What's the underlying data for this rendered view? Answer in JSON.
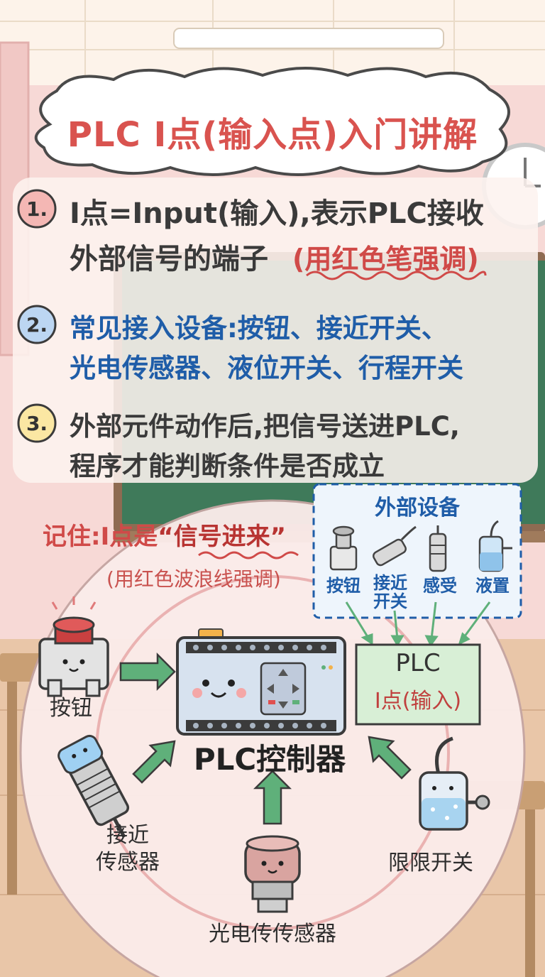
{
  "title": "PLC I点(输入点)入门讲解",
  "points": [
    {
      "number": "1.",
      "line1": "I点=Input(输入),表示PLC接收",
      "line2": "外部信号的端子",
      "note": "(用红色笔强调)"
    },
    {
      "number": "2.",
      "line1": "常见接入设备:按钮、接近开关、",
      "line2": "光电传感器、液位开关、行程开关"
    },
    {
      "number": "3.",
      "line1": "外部元件动作后,把信号送进PLC,",
      "line2": "程序才能判断条件是否成立"
    }
  ],
  "remember": {
    "prefix": "记住:I点是",
    "highlight": "“信号进来”",
    "note": "(用红色波浪线强调)"
  },
  "external_devices": {
    "title": "外部设备",
    "items": [
      {
        "label": "按钮",
        "icon": "push-button-icon"
      },
      {
        "label": "接近\n开关",
        "icon": "proximity-switch-icon"
      },
      {
        "label": "感受",
        "icon": "sensor-icon"
      },
      {
        "label": "液置",
        "icon": "level-switch-icon"
      }
    ]
  },
  "plc_box": {
    "line1": "PLC",
    "line2": "I点(输入)"
  },
  "controller": {
    "label": "PLC控制器"
  },
  "devices": [
    {
      "label": "按钮",
      "icon": "red-push-button-icon"
    },
    {
      "label": "接近\n传感器",
      "icon": "proximity-sensor-icon"
    },
    {
      "label": "光电传传感器",
      "icon": "photoelectric-sensor-icon"
    },
    {
      "label": "限限开关",
      "icon": "limit-switch-icon"
    }
  ],
  "colors": {
    "title_red": "#d9534f",
    "emphasis_red": "#d04a48",
    "blue": "#1f5da8",
    "arrow_green": "#5fb07a",
    "chalkboard": "#3f7a5a",
    "plc_box_fill": "#d8efd6"
  }
}
